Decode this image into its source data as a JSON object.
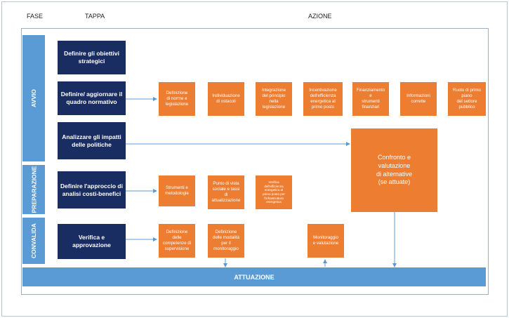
{
  "headers": {
    "fase": "FASE",
    "tappa": "TAPPA",
    "azione": "AZIONE"
  },
  "phases": [
    "AVVIO",
    "PREPARAZIONE",
    "CONVALIDA"
  ],
  "steps": [
    "Definire gli obiettivi strategici",
    "Definire/ aggiornare il quadro normativo",
    "Analizzare gli impatti delle politiche",
    "Definire l'approccio di analisi costi-benefici",
    "Verifica e approvazione"
  ],
  "actions": {
    "normativo": [
      "Definizione\ndi norme e\nlegislazione",
      "Individuazione\ndi ostacoli",
      "Integrazione\ndel principio\nnella\nlegislazione",
      "Incentivazione\ndell'efficienza\nenergetica al\nprimo posto",
      "Finanziamento\ne\nstrumenti\nfinanziari",
      "Informazioni\ncorrette",
      "Ruolo di primo\npiano\ndel settore\npubblico"
    ],
    "preparazione": [
      "Strumenti e\nmetodologie",
      "Punto di vista\nsociale e tassi\ndi\nattualizzazione",
      "Verifica\ndell'efficienza\nenergetica al\nprimo posto per\nl'infrastruttura\nenergetica"
    ],
    "convalida": [
      "Definizione\ndelle\ncompetenze di\nsupervisione",
      "Definizione\ndelle modalità\nper il\nmonitoraggio",
      "Monitoraggio\ne valutazione"
    ],
    "confronto": "Confronto e\nvalutazione\ndi alternative\n(se attuate)"
  },
  "attuazione": "ATTUAZIONE",
  "colors": {
    "navy": "#1a2d63",
    "orange": "#ed7d31",
    "blue": "#5b9bd5"
  }
}
